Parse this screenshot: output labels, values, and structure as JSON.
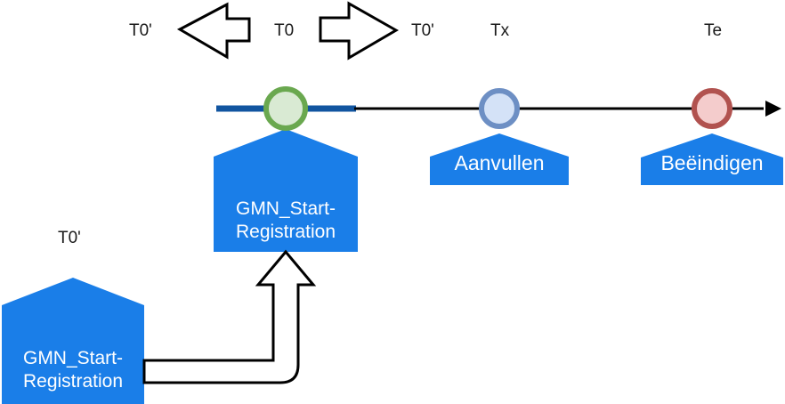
{
  "diagram": {
    "type": "timeline-lifecycle-diagram",
    "colors": {
      "node_fill": "#1a7ee8",
      "node_text": "#ffffff",
      "timeline_highlight": "#1155a0",
      "timeline_line": "#000000",
      "label_text": "#1a1a1a",
      "marker_start_stroke": "#6aa84f",
      "marker_start_fill": "#d9ead3",
      "marker_mid_stroke": "#6d8fc4",
      "marker_mid_fill": "#d4e2f7",
      "marker_end_stroke": "#b1524f",
      "marker_end_fill": "#f4cccc",
      "connector_stroke": "#000000",
      "connector_fill": "#ffffff"
    },
    "top_labels": [
      {
        "id": "t0-prime-left",
        "text": "T0'"
      },
      {
        "id": "t0",
        "text": "T0"
      },
      {
        "id": "t0-prime-right",
        "text": "T0'"
      },
      {
        "id": "tx",
        "text": "Tx"
      },
      {
        "id": "te",
        "text": "Te"
      }
    ],
    "arrows": [
      {
        "id": "arrow-left",
        "direction": "left",
        "name": "correction-backward-arrow"
      },
      {
        "id": "arrow-right",
        "direction": "right",
        "name": "correction-forward-arrow"
      }
    ],
    "timeline": {
      "markers": [
        {
          "id": "marker-t0",
          "label": "T0",
          "color": "green"
        },
        {
          "id": "marker-tx",
          "label": "Tx",
          "color": "blue"
        },
        {
          "id": "marker-te",
          "label": "Te",
          "color": "red"
        }
      ]
    },
    "nodes": [
      {
        "id": "node-gmn-start-registration-t0",
        "label": "GMN_Start-\nRegistration",
        "anchor": "T0"
      },
      {
        "id": "node-aanvullen",
        "label": "Aanvullen",
        "anchor": "Tx"
      },
      {
        "id": "node-beeindigen",
        "label": "Beëindigen",
        "anchor": "Te"
      },
      {
        "id": "node-gmn-start-registration-t0-prime",
        "label": "GMN_Start-\nRegistration",
        "anchor": "T0'",
        "caption": "T0'"
      }
    ],
    "connector": {
      "id": "connector-correction",
      "from": "node-gmn-start-registration-t0-prime",
      "to": "node-gmn-start-registration-t0",
      "style": "hollow-block-arrow"
    }
  }
}
